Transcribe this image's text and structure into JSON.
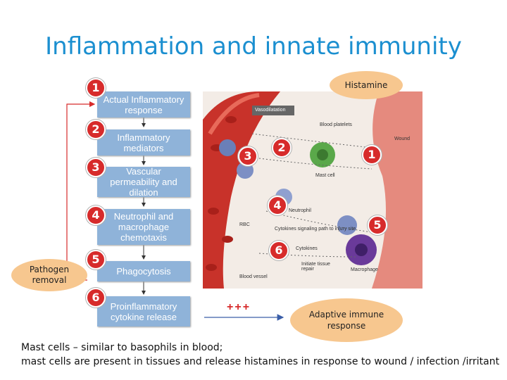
{
  "title": "Inflammation and innate immunity",
  "steps": [
    {
      "num": "1",
      "label": "Actual Inflammatory response"
    },
    {
      "num": "2",
      "label": "Inflammatory mediators"
    },
    {
      "num": "3",
      "label": "Vascular permeability and dilation"
    },
    {
      "num": "4",
      "label": "Neutrophil and macrophage chemotaxis"
    },
    {
      "num": "5",
      "label": "Phagocytosis"
    },
    {
      "num": "6",
      "label": "Proinflammatory cytokine release"
    }
  ],
  "histamine": "Histamine",
  "pathogen_removal": "Pathogen removal",
  "plus_signs": "+++",
  "adaptive": "Adaptive immune response",
  "illustration": {
    "vasodilatation": "Vasodilatation",
    "blood_platelets": "Blood platelets",
    "wound": "Wound",
    "mast_cell": "Mast cell",
    "neutrophil": "Neutrophil",
    "rbc": "RBC",
    "cytokines_path": "Cytokines signaling path to injury site",
    "cytokines": "Cytokines",
    "initiate_repair": "Initiate tissue repair",
    "macrophage": "Macrophage",
    "blood_vessel": "Blood vessel",
    "nums": [
      "1",
      "2",
      "3",
      "4",
      "5",
      "6"
    ]
  },
  "caption_line1": "Mast cells – similar to basophils in blood;",
  "caption_line2": "mast cells are present in tissues and release histamines in response to wound / infection /irritant",
  "colors": {
    "title": "#1b8fd0",
    "step_box": "#8fb3d9",
    "circle": "#d72b2b",
    "ellipse": "#f7c78f",
    "arrow": "#d72b2b"
  }
}
